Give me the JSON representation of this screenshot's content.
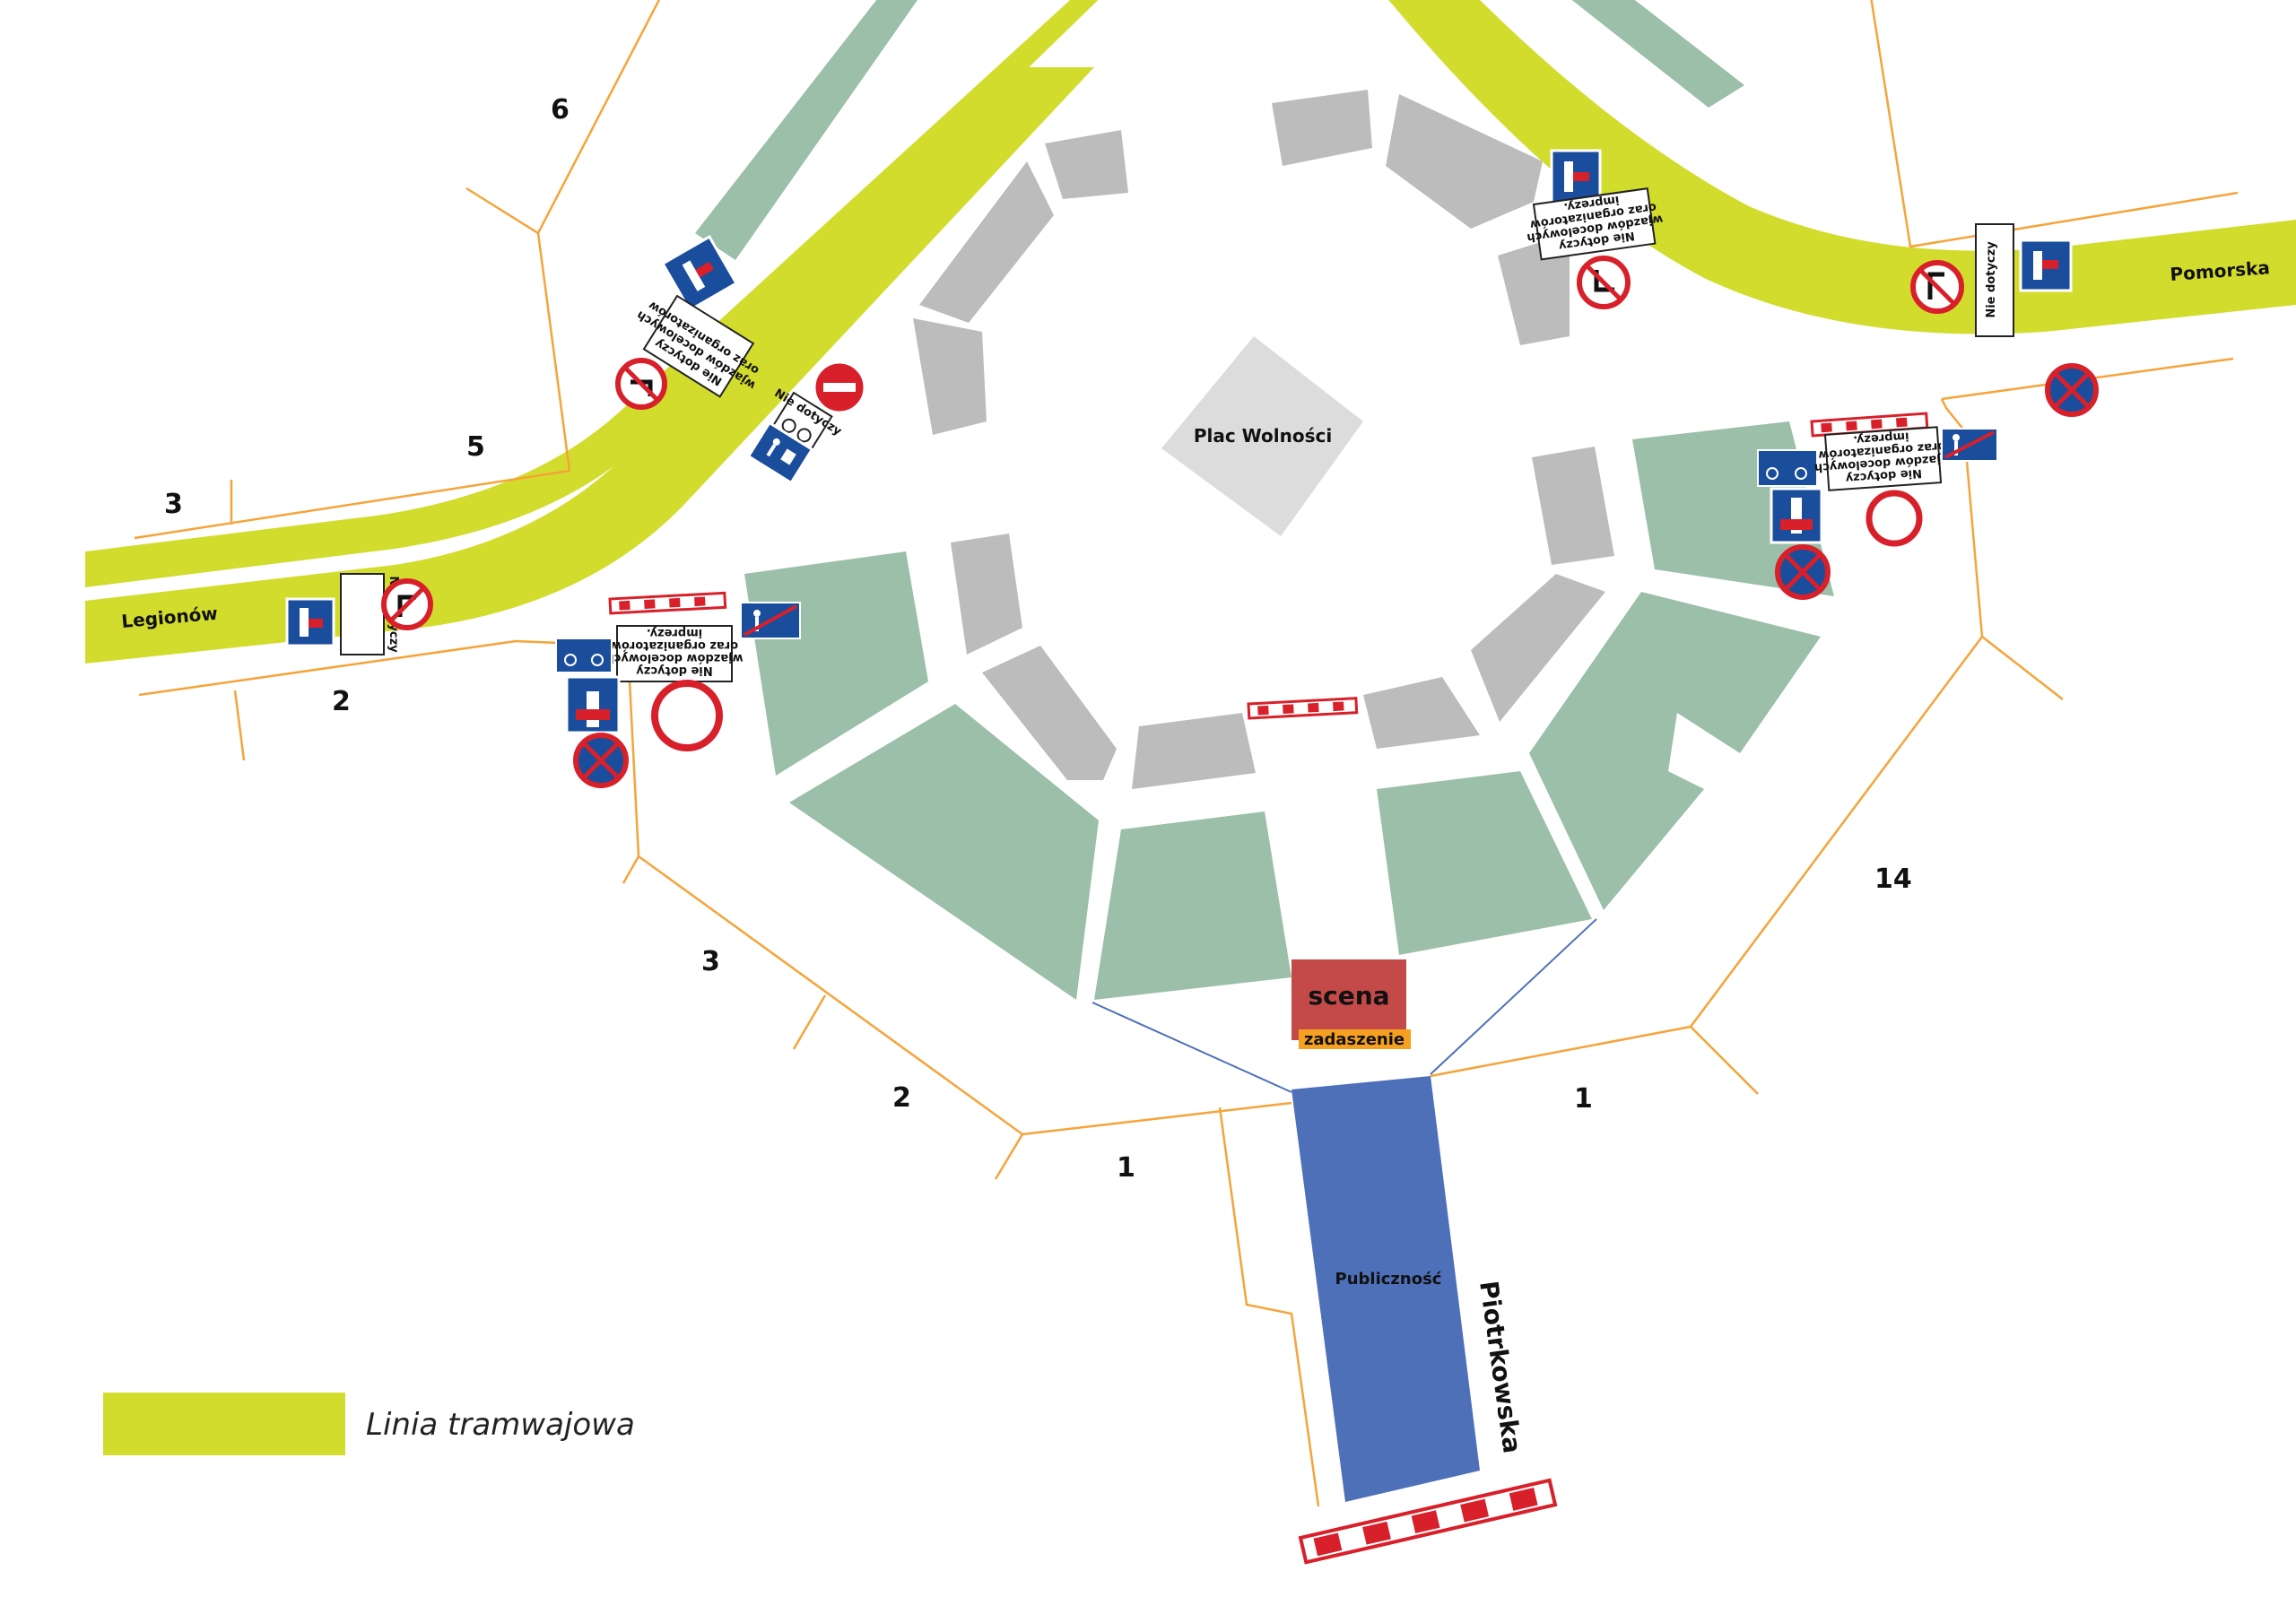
{
  "colors": {
    "tram": "#d2dc2d",
    "building": "#bcbcbc",
    "green": "#9bbfa8",
    "plac": "#dcdcdc",
    "stage": "#c44a4a",
    "canopy": "#f5a020",
    "audience": "#4e70b8",
    "line_orange": "#f5a43a",
    "line_blue": "#4e70b8",
    "sign_red": "#d8202a",
    "sign_blue": "#1a4d9c"
  },
  "streets": {
    "legionow": "Legionów",
    "pomorska": "Pomorska",
    "piotrkowska": "Piotrkowska"
  },
  "plac_label": "Plac Wolności",
  "stage": {
    "label": "scena",
    "canopy_label": "zadaszenie"
  },
  "audience_label": "Publiczność",
  "numbers": {
    "n6": "6",
    "n5": "5",
    "n3_left": "3",
    "n2_left": "2",
    "n3_mid": "3",
    "n2_mid": "2",
    "n1_left": "1",
    "n1_right": "1",
    "n14": "14"
  },
  "signs": {
    "nie_dotyczy_line1": "Nie dotyczy",
    "nie_dotyczy_line2": "wjazdów docelowych",
    "nie_dotyczy_line3": "oraz organizatorów",
    "nie_dotyczy_line4": "imprezy.",
    "nie_dotyczy_rowerow_line1": "Nie dotyczy"
  },
  "legend": {
    "tram_label": "Linia tramwajowa"
  },
  "icons": [
    "no-left-turn-icon",
    "no-right-turn-icon",
    "no-entry-icon",
    "no-stopping-icon",
    "no-vehicles-icon",
    "dead-end-icon",
    "one-way-end-icon",
    "bike-path-icon",
    "pedestrian-zone-icon",
    "barrier-icon"
  ]
}
